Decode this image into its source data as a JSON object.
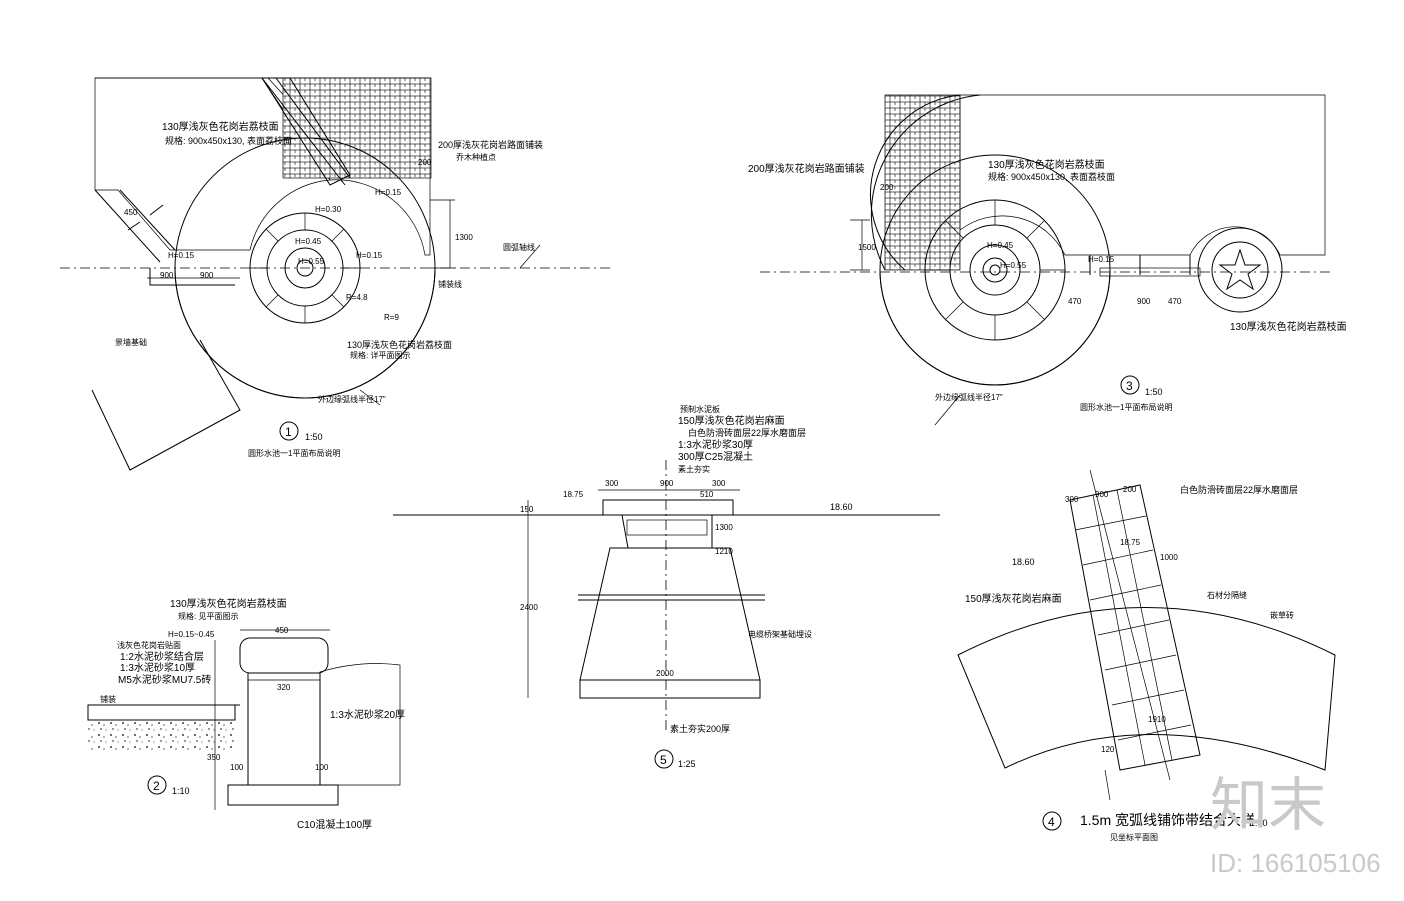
{
  "details": {
    "d1": {
      "number": "1",
      "scale": "1:50",
      "caption": "圆形水池一1平面布局说明",
      "material_title": "130厚浅灰色花岗岩荔枝面",
      "material_size": "规格: 900x450x130, 表面荔枝面",
      "paving_note": "200厚浅灰花岗岩路面铺装",
      "tree_note": "乔木种植点",
      "center_note": "130厚浅灰色花岗岩荔枝面",
      "center_note2": "规格: 详平面图示",
      "edge_note": "外边缘弧线半径17\"",
      "dim_450": "450",
      "dim_900a": "900",
      "dim_900b": "900",
      "dim_1300": "1300",
      "dim_200": "200",
      "h015a": "H=0.15",
      "h015b": "H=0.15",
      "h030": "H=0.30",
      "h045": "H=0.45",
      "h055": "H=0.55",
      "h015c": "H=0.15",
      "axis_note": "圆弧轴线",
      "corner_note": "景墙基础",
      "edge_label": "铺装线",
      "radius_label": "R=9",
      "radius_label2": "R=4.8"
    },
    "d2": {
      "number": "2",
      "scale": "1:10",
      "top_note": "130厚浅灰色花岗岩荔枝面",
      "top_note2": "规格: 见平面图示",
      "h_label": "H=0.15~0.45",
      "l1": "浅灰色花岗岩贴面",
      "l2": "1:2水泥砂浆结合层",
      "l3": "1:3水泥砂浆10厚",
      "l4": "M5水泥砂浆MU7.5砖",
      "mortar": "1:3水泥砂浆20厚",
      "base": "C10混凝土100厚",
      "dim_450": "450",
      "dim_320": "320",
      "dim_100a": "100",
      "dim_100b": "100",
      "dim_350": "350",
      "ground": "铺装"
    },
    "d3": {
      "number": "3",
      "scale": "1:50",
      "caption": "圆形水池一1平面布局说明",
      "paving_note": "200厚浅灰花岗岩路面铺装",
      "material_title": "130厚浅灰色花岗岩荔枝面",
      "material_size": "规格: 900x450x130, 表面荔枝面",
      "star_note": "130厚浅灰色花岗岩荔枝面",
      "edge_note": "外边缘弧线半径17\"",
      "dim_1500": "1500",
      "dim_470a": "470",
      "dim_900": "900",
      "dim_470b": "470",
      "dim_200": "200",
      "h045": "H=0.45",
      "h055": "H=0.55",
      "h015": "H=0.15"
    },
    "d4": {
      "number": "4",
      "title": "1.5m 宽弧线铺饰带结合大样",
      "scale": "1:50",
      "sub": "见坐标平面图",
      "n1": "白色防滑砖面层22厚水磨面层",
      "n2": "150厚浅灰花岗岩麻面",
      "n3": "石材分隔缝",
      "n4": "嵌草砖",
      "elev": "18.60",
      "dim_300": "300",
      "dim_900": "900",
      "dim_200": "200",
      "dim_1000": "1000",
      "dim_1910": "1910",
      "dim_120": "120",
      "dim_1875": "18.75"
    },
    "d5": {
      "number": "5",
      "scale": "1:25",
      "n1": "预制水泥板",
      "n2": "150厚浅灰色花岗岩麻面",
      "n3": "白色防滑砖面层22厚水磨面层",
      "n4": "1:3水泥砂浆30厚",
      "n5": "300厚C25混凝土",
      "n6": "素土夯实",
      "n7": "电缆桥架基础埋设",
      "n8": "素土夯实200厚",
      "elev": "18.60",
      "dim_300a": "300",
      "dim_900": "900",
      "dim_300b": "300",
      "dim_510": "510",
      "dim_1875": "18.75",
      "dim_150": "150",
      "dim_2400": "2400",
      "dim_2000": "2000",
      "dim_1300": "1300",
      "dim_1210": "1210"
    }
  },
  "watermark": {
    "logo": "知末",
    "id": "ID: 166105106"
  }
}
